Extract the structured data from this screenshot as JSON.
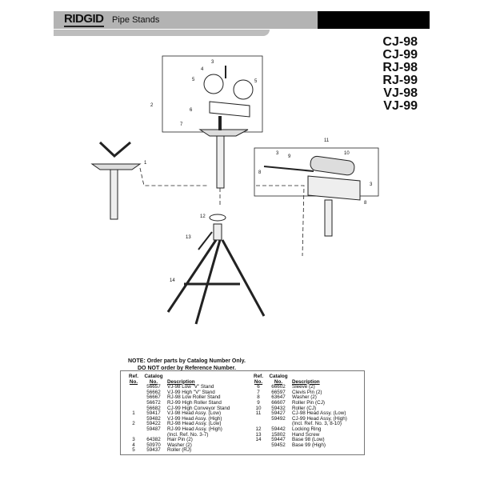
{
  "header": {
    "logo": "RIDGID",
    "title": "Pipe Stands"
  },
  "models": [
    "CJ-98",
    "CJ-99",
    "RJ-98",
    "RJ-99",
    "VJ-98",
    "VJ-99"
  ],
  "diagram_labels": {
    "l1": "1",
    "l2": "2",
    "l3": "3",
    "l4": "4",
    "l5a": "5",
    "l5b": "5",
    "l6": "6",
    "l7": "7",
    "l8a": "8",
    "l8b": "8",
    "l3b": "3",
    "l3c": "3",
    "l9": "9",
    "l10": "10",
    "l11": "11",
    "l12": "12",
    "l13": "13",
    "l14": "14"
  },
  "note": {
    "line1": "NOTE: Order parts by Catalog Number Only.",
    "line2": "DO NOT order by Reference Number."
  },
  "table": {
    "headers": {
      "ref1": "Ref.",
      "ref2": "No.",
      "cat1": "Catalog",
      "cat2": "No.",
      "desc": "Description"
    },
    "left": [
      {
        "ref": "",
        "cat": "56657",
        "desc": "VJ-98 Low \"V\" Stand"
      },
      {
        "ref": "",
        "cat": "56662",
        "desc": "VJ-99 High \"V\" Stand"
      },
      {
        "ref": "",
        "cat": "56667",
        "desc": "RJ-98 Low Roller Stand"
      },
      {
        "ref": "",
        "cat": "56672",
        "desc": "RJ-99 High Roller Stand"
      },
      {
        "ref": "",
        "cat": "56682",
        "desc": "CJ-99 High Conveyor Stand"
      },
      {
        "ref": "1",
        "cat": "59417",
        "desc": "VJ-98 Head Assy. (Low)"
      },
      {
        "ref": "",
        "cat": "59482",
        "desc": "VJ-99 Head Assy. (High)"
      },
      {
        "ref": "2",
        "cat": "59422",
        "desc": "RJ-98 Head Assy. (Low)"
      },
      {
        "ref": "",
        "cat": "59487",
        "desc": "RJ-99 Head Assy. (High)"
      },
      {
        "ref": "",
        "cat": "",
        "desc": "(Incl. Ref. No. 3-7)"
      },
      {
        "ref": "3",
        "cat": "64382",
        "desc": "Hair Pin (2)"
      },
      {
        "ref": "4",
        "cat": "50970",
        "desc": "Washer (2)"
      },
      {
        "ref": "5",
        "cat": "59437",
        "desc": "Roller (RJ)"
      }
    ],
    "right": [
      {
        "ref": "6",
        "cat": "66602",
        "desc": "Sleeve (2)"
      },
      {
        "ref": "7",
        "cat": "66597",
        "desc": "Clevis Pin (2)"
      },
      {
        "ref": "8",
        "cat": "63647",
        "desc": "Washer (2)"
      },
      {
        "ref": "9",
        "cat": "66607",
        "desc": "Roller Pin (CJ)"
      },
      {
        "ref": "10",
        "cat": "59432",
        "desc": "Roller (CJ)"
      },
      {
        "ref": "11",
        "cat": "59427",
        "desc": "CJ-98 Head Assy. (Low)"
      },
      {
        "ref": "",
        "cat": "59492",
        "desc": "CJ-99 Head Assy. (High)"
      },
      {
        "ref": "",
        "cat": "",
        "desc": "(Incl. Ref. No. 3, 8-10)"
      },
      {
        "ref": "12",
        "cat": "59442",
        "desc": "Locking Ring"
      },
      {
        "ref": "13",
        "cat": "15802",
        "desc": "Hand Screw"
      },
      {
        "ref": "14",
        "cat": "59447",
        "desc": "Base 98 (Low)"
      },
      {
        "ref": "",
        "cat": "59452",
        "desc": "Base 99 (High)"
      }
    ]
  }
}
